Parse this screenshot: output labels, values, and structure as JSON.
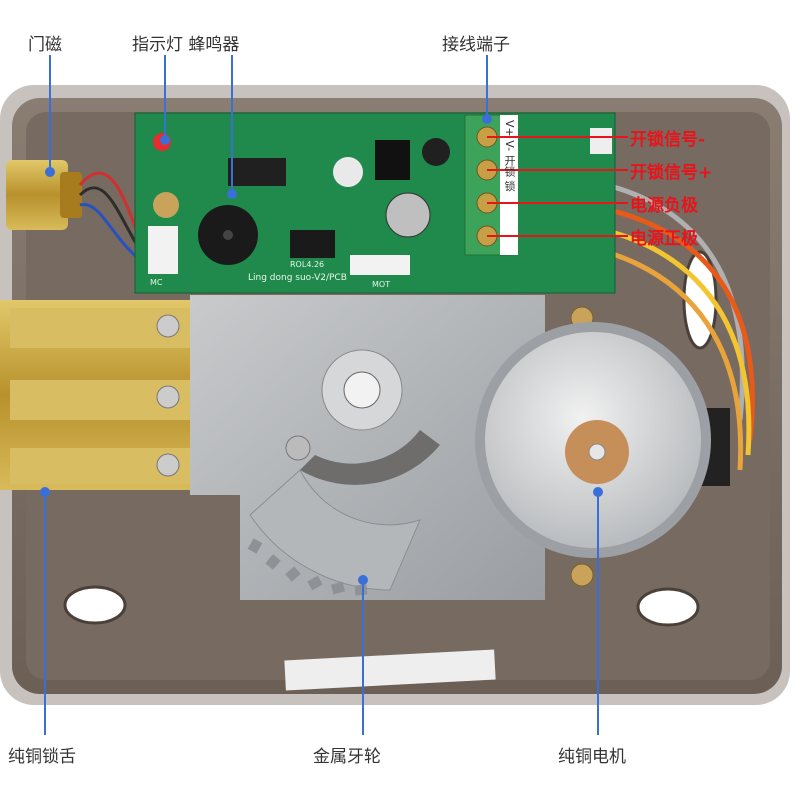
{
  "labels": {
    "door_magnet": "门磁",
    "indicator_buzzer": "指示灯 蜂鸣器",
    "terminal": "接线端子",
    "latch": "纯铜锁舌",
    "gear": "金属牙轮",
    "motor": "纯铜电机"
  },
  "terminal_labels": [
    "开锁信号-",
    "开锁信号+",
    "电源负极",
    "电源正极"
  ],
  "board_text": {
    "terminal_print": "V+ V- 开锁 锁",
    "bottom_print": "Ling dong suo-V2/PCB",
    "chip_print": "ROL4.26",
    "motor_conn": "MOT",
    "mc_conn": "MC"
  },
  "colors": {
    "label_text": "#333333",
    "terminal_label": "#e8141b",
    "pcb": "#1f8a4c",
    "terminal_block": "#3da35a",
    "brass": "#c9a73b"
  }
}
